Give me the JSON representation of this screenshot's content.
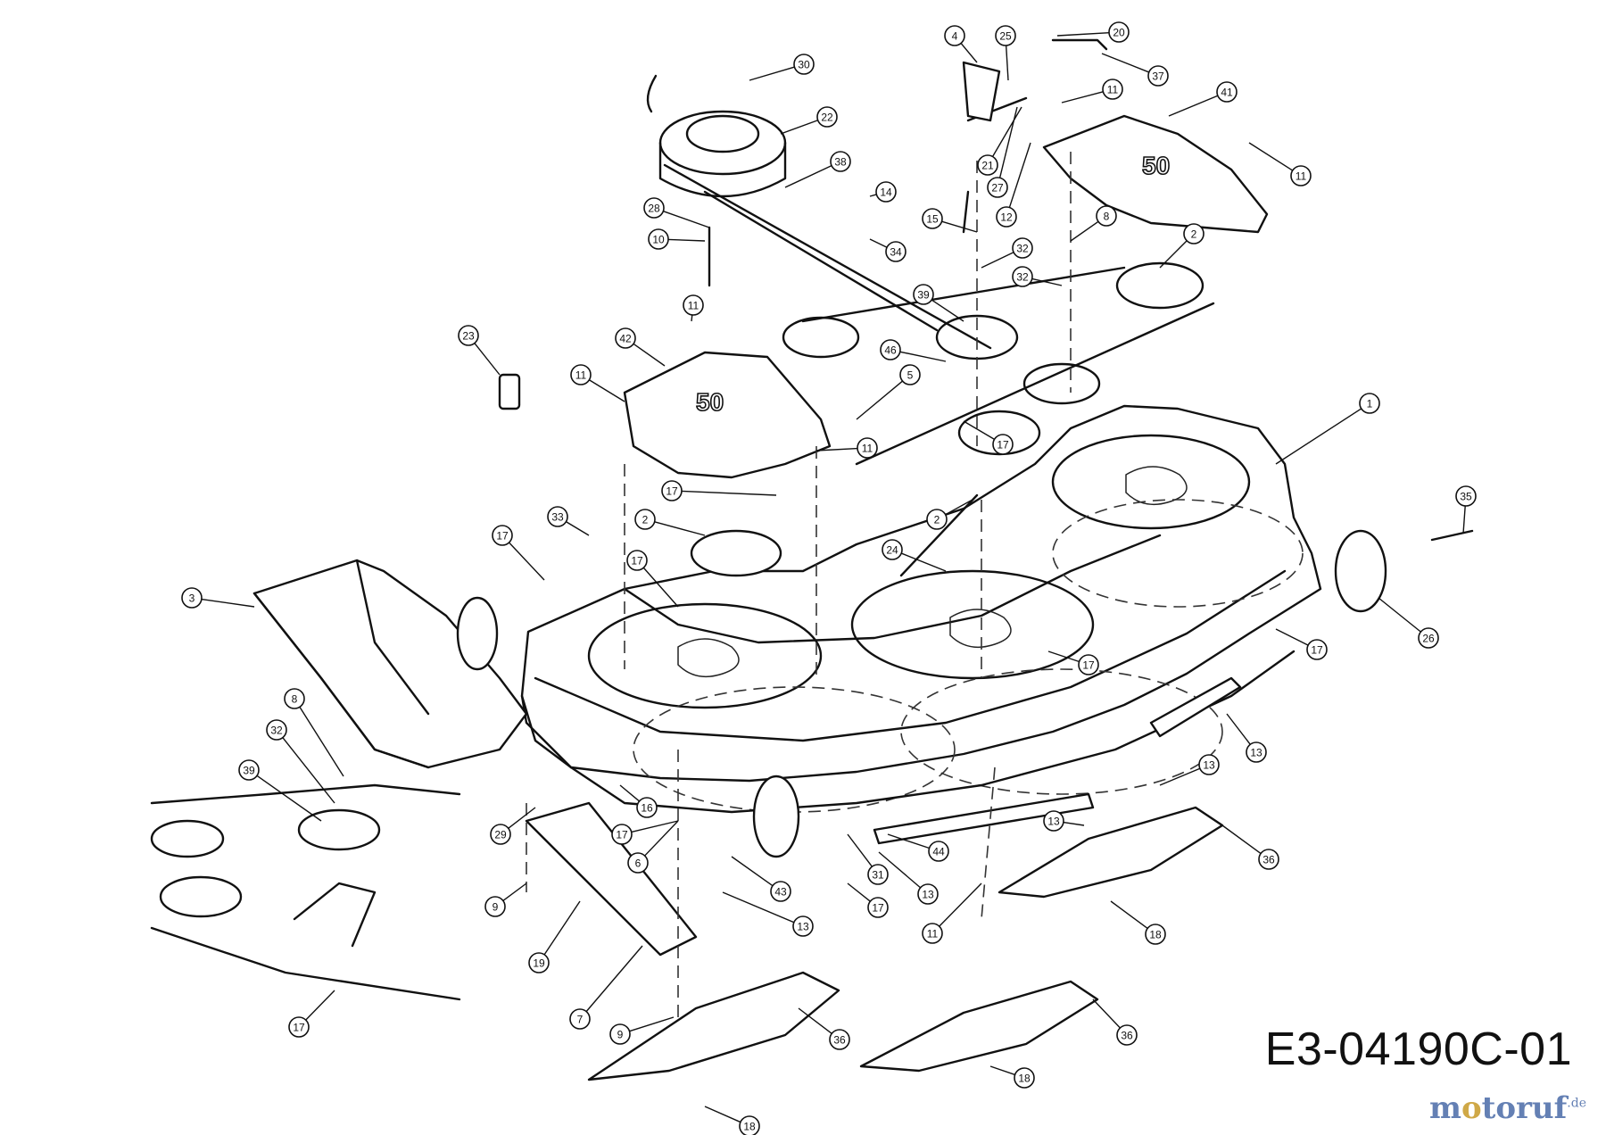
{
  "drawing": {
    "code": "E3-04190C-01",
    "watermark": {
      "text_a": "m",
      "text_b": "o",
      "text_c": "toruf",
      "suffix": ".de"
    },
    "deck_label": "50"
  },
  "callouts": [
    "1",
    "2",
    "3",
    "4",
    "5",
    "6",
    "7",
    "8",
    "9",
    "10",
    "11",
    "12",
    "13",
    "14",
    "15",
    "16",
    "17",
    "18",
    "19",
    "20",
    "21",
    "22",
    "23",
    "24",
    "25",
    "26",
    "27",
    "28",
    "29",
    "30",
    "31",
    "32",
    "33",
    "34",
    "35",
    "36",
    "37",
    "38",
    "39",
    "41",
    "42",
    "43",
    "44",
    "46"
  ]
}
